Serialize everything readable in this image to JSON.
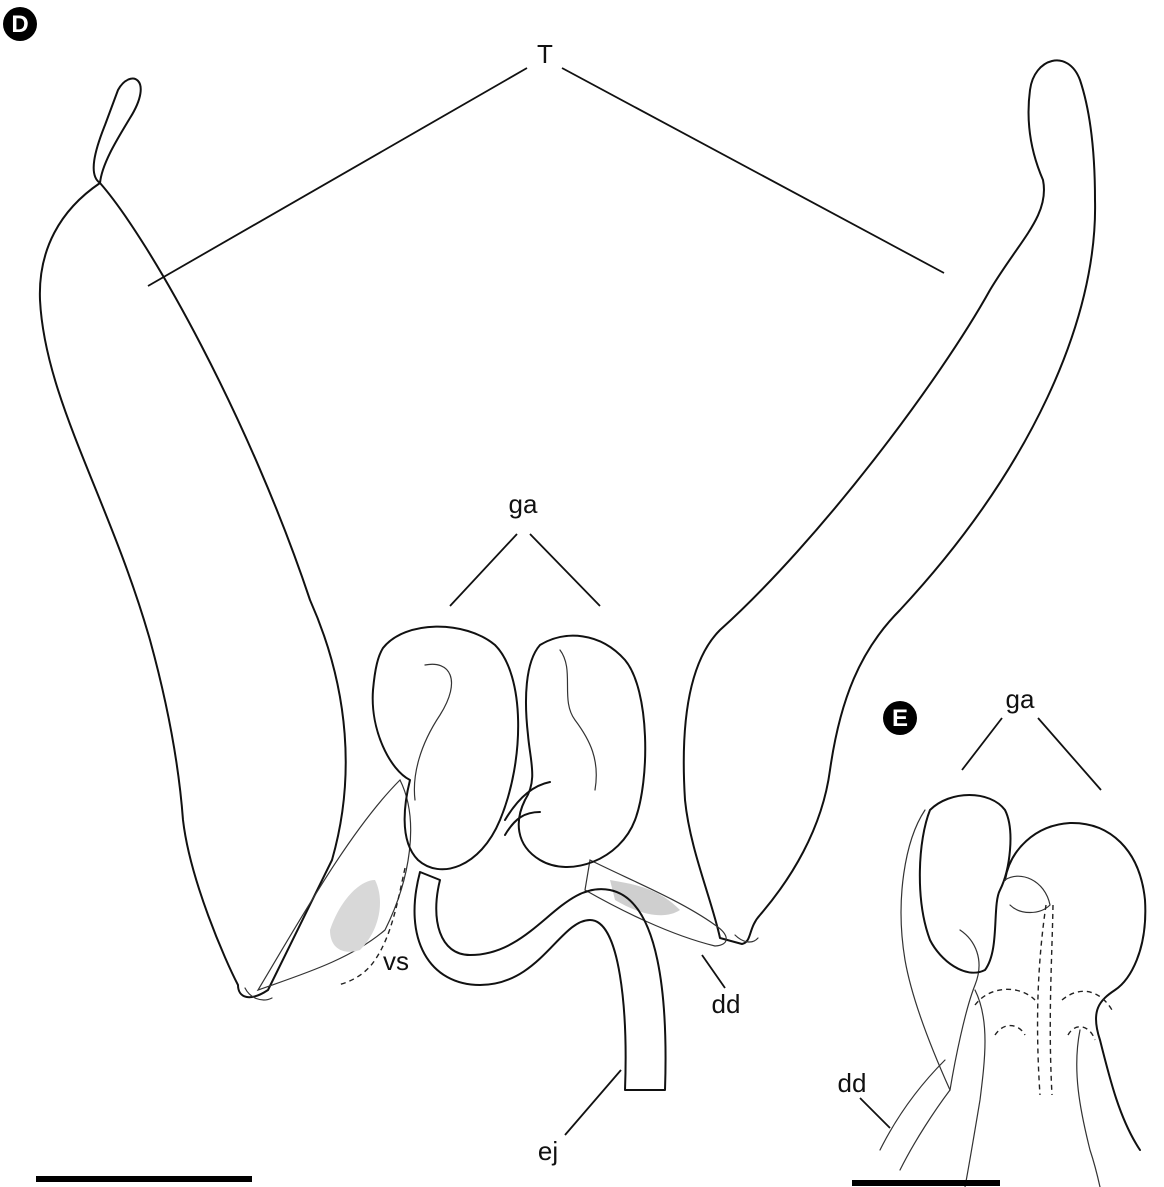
{
  "figure": {
    "panel_d": {
      "badge": "D",
      "labels": {
        "testis": "T",
        "ga": "ga",
        "vs": "vs",
        "dd": "dd",
        "ej": "ej"
      }
    },
    "panel_e": {
      "badge": "E",
      "labels": {
        "ga": "ga",
        "dd": "dd"
      }
    }
  },
  "colors": {
    "outline": "#111111",
    "shade_dark": "#8a8a8a",
    "shade_light": "#f4f4f4",
    "duct": "#9a9a9a",
    "badge_fill": "#000000"
  }
}
